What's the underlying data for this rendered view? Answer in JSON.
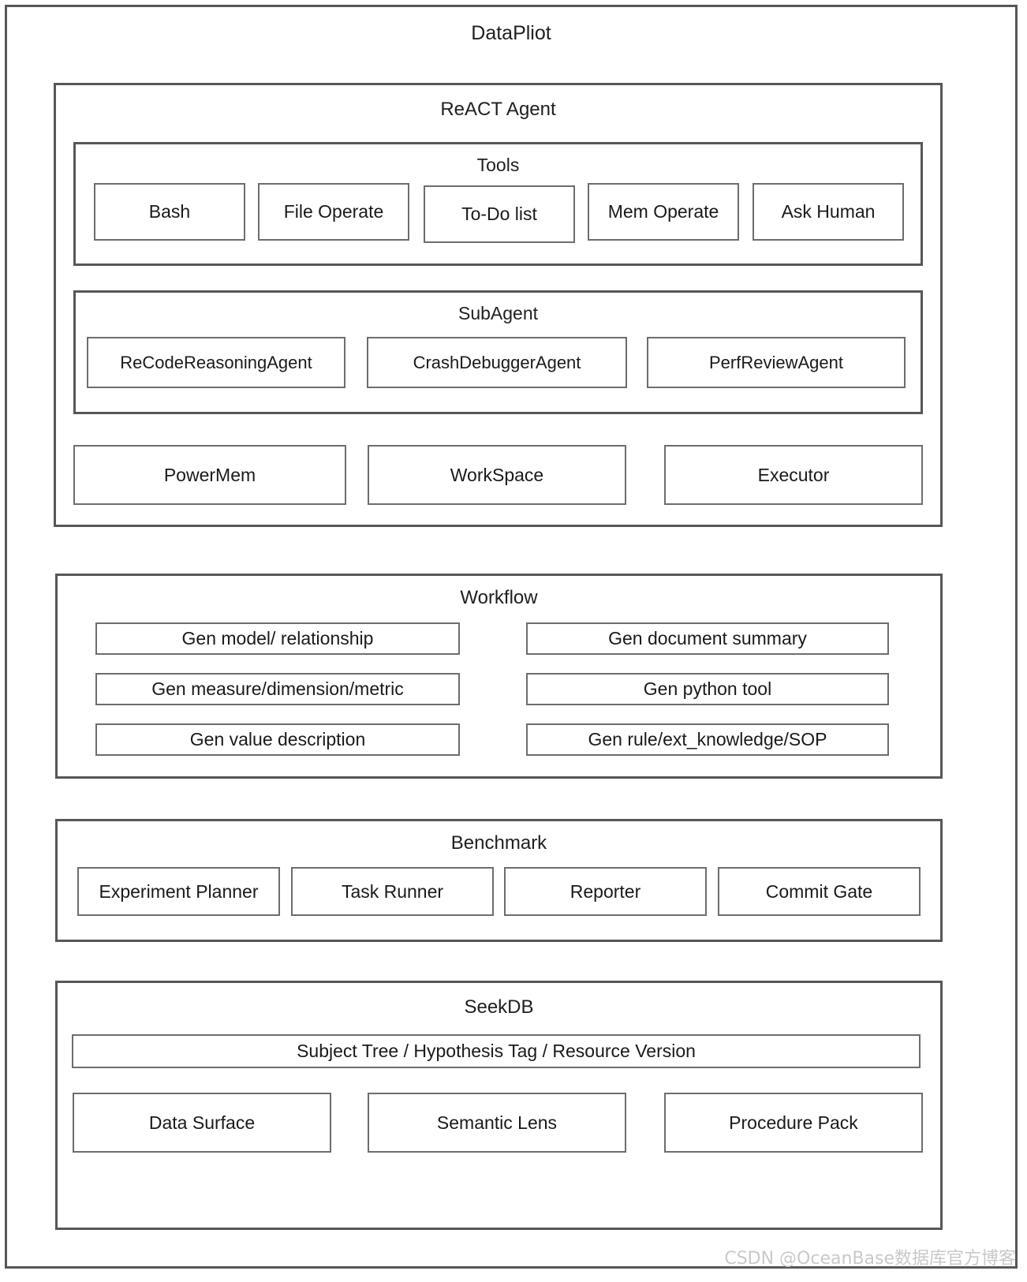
{
  "root": {
    "title": "DataPliot"
  },
  "react_agent": {
    "title": "ReACT Agent",
    "tools": {
      "title": "Tools",
      "items": [
        {
          "label": "Bash"
        },
        {
          "label": "File Operate"
        },
        {
          "label": "To-Do list"
        },
        {
          "label": "Mem Operate"
        },
        {
          "label": "Ask Human"
        }
      ]
    },
    "subagent": {
      "title": "SubAgent",
      "items": [
        {
          "label": "ReCodeReasoningAgent"
        },
        {
          "label": "CrashDebuggerAgent"
        },
        {
          "label": "PerfReviewAgent"
        }
      ]
    },
    "components": [
      {
        "label": "PowerMem"
      },
      {
        "label": "WorkSpace"
      },
      {
        "label": "Executor"
      }
    ]
  },
  "workflow": {
    "title": "Workflow",
    "left_column": [
      {
        "label": "Gen model/ relationship"
      },
      {
        "label": "Gen measure/dimension/metric"
      },
      {
        "label": "Gen value description"
      }
    ],
    "right_column": [
      {
        "label": "Gen document summary"
      },
      {
        "label": "Gen python tool"
      },
      {
        "label": "Gen rule/ext_knowledge/SOP"
      }
    ]
  },
  "benchmark": {
    "title": "Benchmark",
    "items": [
      {
        "label": "Experiment Planner"
      },
      {
        "label": "Task Runner"
      },
      {
        "label": "Reporter"
      },
      {
        "label": "Commit Gate"
      }
    ]
  },
  "seekdb": {
    "title": "SeekDB",
    "banner": {
      "label": "Subject Tree / Hypothesis Tag / Resource Version"
    },
    "items": [
      {
        "label": "Data Surface"
      },
      {
        "label": "Semantic Lens"
      },
      {
        "label": "Procedure Pack"
      }
    ]
  },
  "watermark": {
    "text": "CSDN @OceanBase数据库官方博客"
  },
  "colors": {
    "frame_border": "#575757",
    "node_border": "#6d6d6d",
    "text": "#1a1a1a",
    "background": "#ffffff",
    "watermark": "#c9c9c9"
  }
}
